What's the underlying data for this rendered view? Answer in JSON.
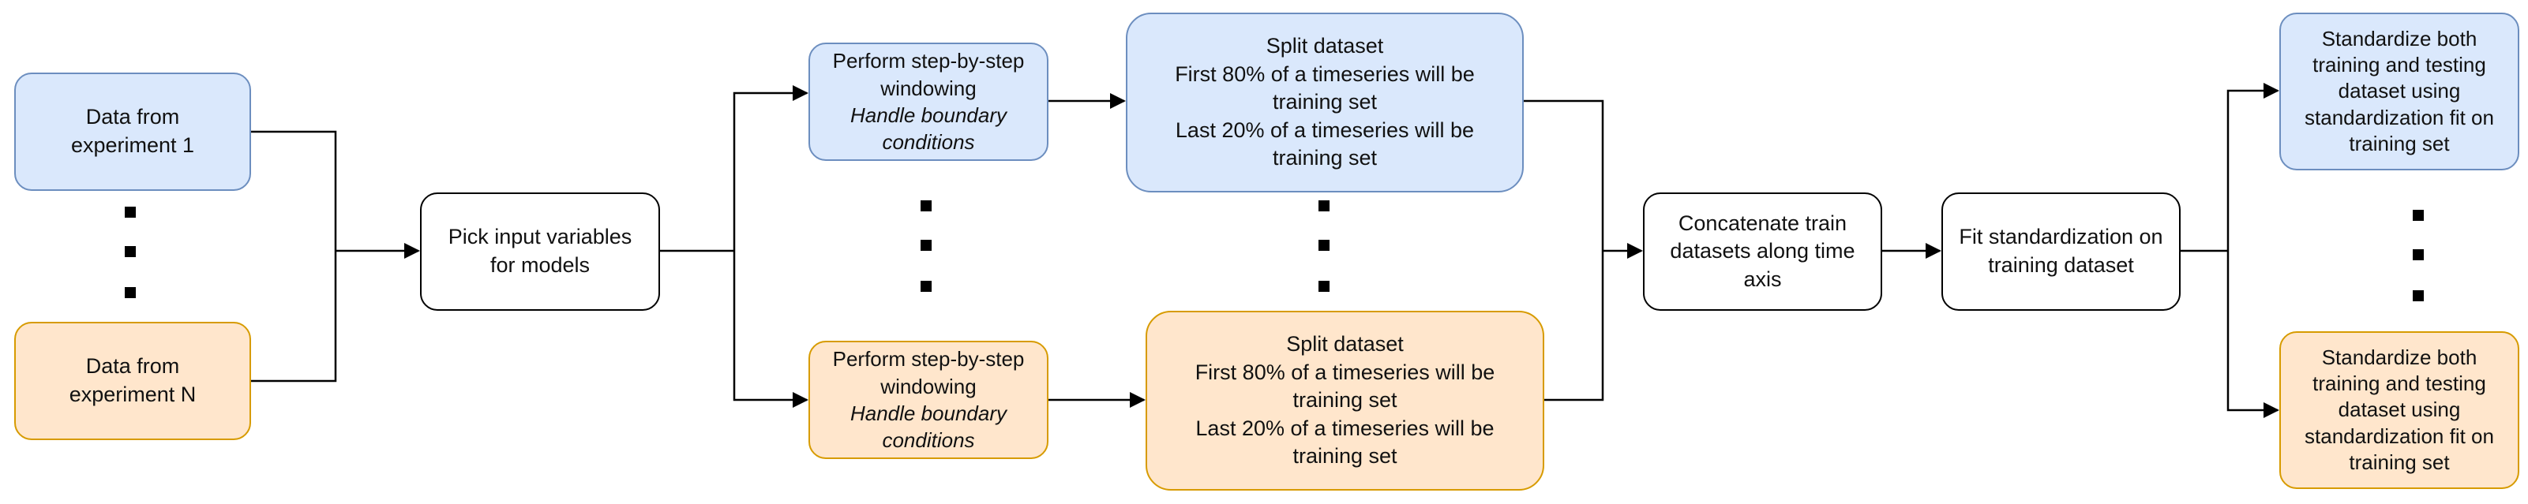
{
  "colors": {
    "blue_fill": "#dae8fc",
    "blue_border": "#6c8ebf",
    "orange_fill": "#ffe6cc",
    "orange_border": "#d79b00",
    "white_fill": "#ffffff",
    "line": "#000000"
  },
  "nodes": {
    "exp1": {
      "lines": [
        "Data from",
        "experiment 1"
      ]
    },
    "expN": {
      "lines": [
        "Data from",
        "experiment N"
      ]
    },
    "pick": {
      "lines": [
        "Pick input variables",
        "for models"
      ]
    },
    "window_top": {
      "lines": [
        "Perform step-by-step",
        "windowing"
      ],
      "italic_lines": [
        "Handle boundary",
        "conditions"
      ]
    },
    "window_bottom": {
      "lines": [
        "Perform step-by-step",
        "windowing"
      ],
      "italic_lines": [
        "Handle boundary",
        "conditions"
      ]
    },
    "split_top": {
      "lines": [
        "Split dataset",
        "First 80% of  a timeseries will be",
        "training set",
        "Last 20% of  a timeseries will be",
        "training set"
      ]
    },
    "split_bottom": {
      "lines": [
        "Split dataset",
        "First 80% of  a timeseries will be",
        "training set",
        "Last 20% of  a timeseries will be",
        "training set"
      ]
    },
    "concat": {
      "lines": [
        "Concatenate train",
        "datasets along time",
        "axis"
      ]
    },
    "fit": {
      "lines": [
        "Fit standardization on",
        "training dataset"
      ]
    },
    "std_top": {
      "lines": [
        "Standardize both",
        "training and testing",
        "dataset using",
        "standardization fit on",
        "training set"
      ]
    },
    "std_bottom": {
      "lines": [
        "Standardize both",
        "training and testing",
        "dataset using",
        "standardization fit on",
        "training set"
      ]
    }
  }
}
